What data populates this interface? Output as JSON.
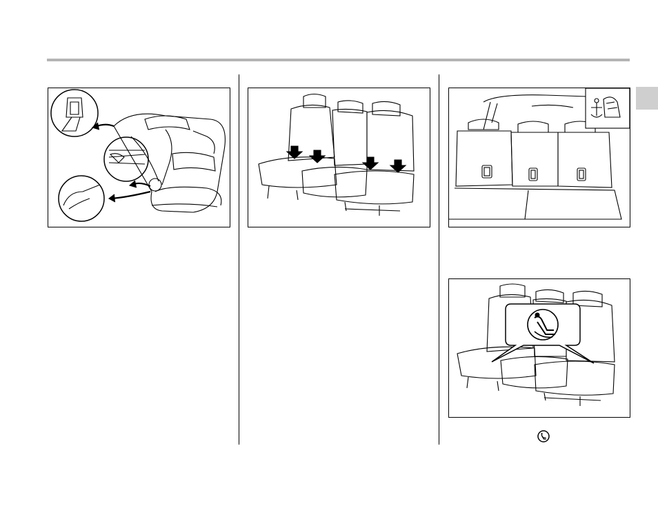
{
  "page": {
    "figures": [
      {
        "id": "fig-1",
        "subject": "seat-belt-tongue-illustration",
        "icon": "seat-belt-latch-icon"
      },
      {
        "id": "fig-2",
        "subject": "rear-seat-lower-anchors-illustration",
        "icon": "anchor-arrow-icon"
      },
      {
        "id": "fig-3",
        "subject": "tether-anchor-seatback-illustration",
        "icon": "tether-anchor-icon"
      },
      {
        "id": "fig-4",
        "subject": "isofix-marked-seats-illustration",
        "icon": "child-seat-anchor-icon"
      }
    ],
    "colors": {
      "rule": "#b4b4b4",
      "tab": "#cfcfcf",
      "line": "#000000"
    }
  }
}
